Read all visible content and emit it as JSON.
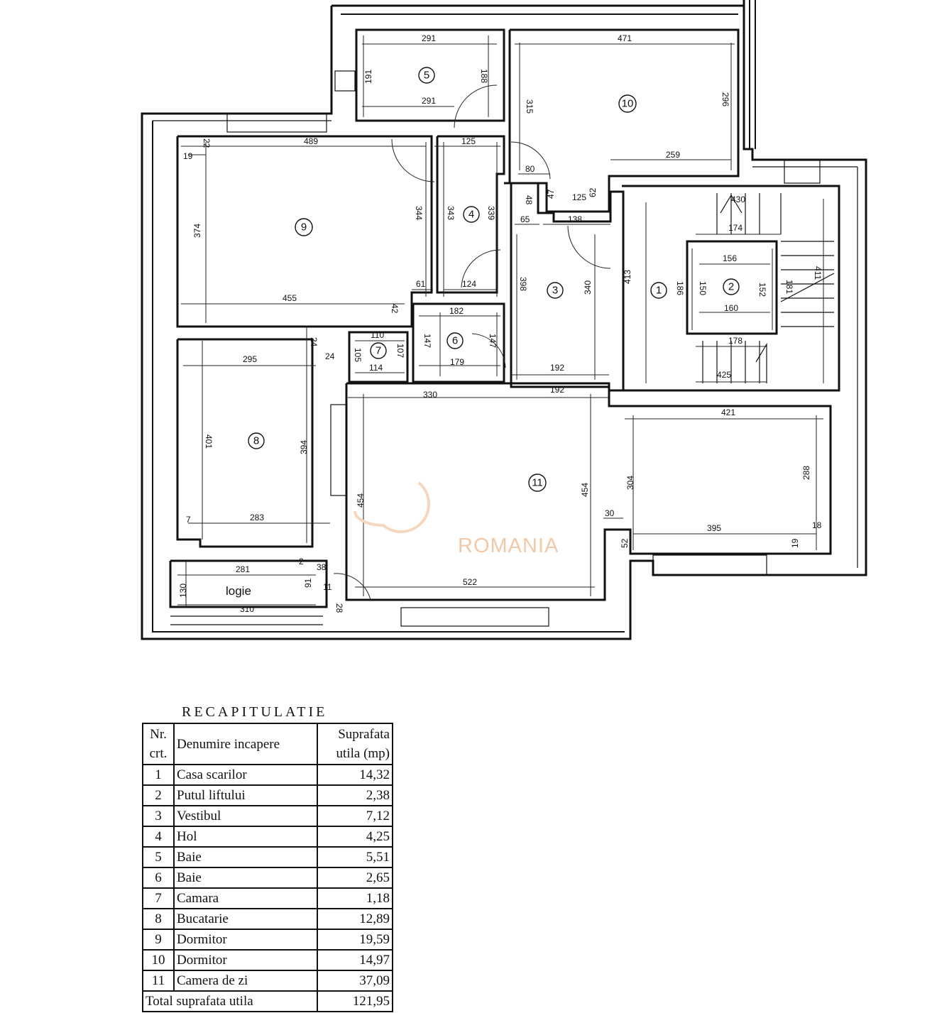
{
  "plan": {
    "rooms": [
      {
        "no": "1"
      },
      {
        "no": "2"
      },
      {
        "no": "3"
      },
      {
        "no": "4"
      },
      {
        "no": "5"
      },
      {
        "no": "6"
      },
      {
        "no": "7"
      },
      {
        "no": "8"
      },
      {
        "no": "9"
      },
      {
        "no": "10"
      },
      {
        "no": "11"
      }
    ],
    "logie_label": "logie",
    "watermark": "ROMANIA",
    "dims": {
      "d291a": "291",
      "d291b": "291",
      "d191": "191",
      "d188": "188",
      "d471": "471",
      "d315": "315",
      "d296": "296",
      "d259": "259",
      "d489": "489",
      "d19": "19",
      "d22": "22",
      "d125a": "125",
      "d80": "80",
      "d374": "374",
      "d344": "344",
      "d343": "343",
      "d339": "339",
      "d48": "48",
      "d47a": "47",
      "d125b": "125",
      "d62": "62",
      "d65": "65",
      "d138": "138",
      "d430": "430",
      "d174": "174",
      "d156": "156",
      "d186": "186",
      "d150": "150",
      "d152": "152",
      "d160": "160",
      "d413": "413",
      "d411": "411",
      "d181": "181",
      "d398": "398",
      "d340": "340",
      "d455": "455",
      "d61": "61",
      "d124": "124",
      "d42": "42",
      "d182": "182",
      "d147a": "147",
      "d147b": "147",
      "d179": "179",
      "d110": "110",
      "d105": "105",
      "d107": "107",
      "d114": "114",
      "d24a": "24",
      "d24b": "24",
      "d295": "295",
      "d192a": "192",
      "d192b": "192",
      "d330": "330",
      "d178": "178",
      "d425": "425",
      "d421": "421",
      "d401": "401",
      "d394": "394",
      "d454a": "454",
      "d454b": "454",
      "d304": "304",
      "d288": "288",
      "d283": "283",
      "d7": "7",
      "d30": "30",
      "d395": "395",
      "d18": "18",
      "d52": "52",
      "d19b": "19",
      "d281": "281",
      "d2": "2",
      "d38": "38",
      "d130": "130",
      "d91": "91",
      "d11": "11",
      "d310": "310",
      "d522": "522",
      "d28": "28"
    }
  },
  "recap": {
    "title": "RECAPITULATIE",
    "headers": {
      "nr": "Nr. crt.",
      "name": "Denumire incapere",
      "area": "Suprafata utila (mp)"
    },
    "rows": [
      {
        "nr": "1",
        "name": "Casa scarilor",
        "area": "14,32"
      },
      {
        "nr": "2",
        "name": "Putul liftului",
        "area": "2,38"
      },
      {
        "nr": "3",
        "name": "Vestibul",
        "area": "7,12"
      },
      {
        "nr": "4",
        "name": "Hol",
        "area": "4,25"
      },
      {
        "nr": "5",
        "name": "Baie",
        "area": "5,51"
      },
      {
        "nr": "6",
        "name": "Baie",
        "area": "2,65"
      },
      {
        "nr": "7",
        "name": "Camara",
        "area": "1,18"
      },
      {
        "nr": "8",
        "name": "Bucatarie",
        "area": "12,89"
      },
      {
        "nr": "9",
        "name": "Dormitor",
        "area": "19,59"
      },
      {
        "nr": "10",
        "name": "Dormitor",
        "area": "14,97"
      },
      {
        "nr": "11",
        "name": "Camera de zi",
        "area": "37,09"
      }
    ],
    "total_label": "Total suprafata utila",
    "total_value": "121,95"
  }
}
